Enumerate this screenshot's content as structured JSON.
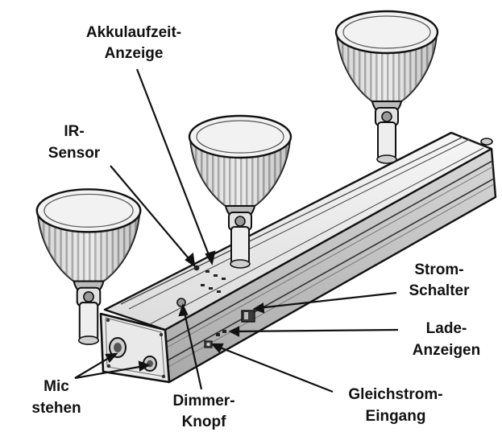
{
  "labels": {
    "battery_indicator": {
      "line1": "Akkulaufzeit-",
      "line2": "Anzeige"
    },
    "ir_sensor": {
      "line1": "IR-",
      "line2": "Sensor"
    },
    "power_switch": {
      "line1": "Strom-",
      "line2": "Schalter"
    },
    "charge_indicators": {
      "line1": "Lade-",
      "line2": "Anzeigen"
    },
    "mic": {
      "line1": "Mic",
      "line2": "stehen"
    },
    "dimmer_knob": {
      "line1": "Dimmer-",
      "line2": "Knopf"
    },
    "dc_input": {
      "line1": "Gleichstrom-",
      "line2": "Eingang"
    }
  },
  "colors": {
    "line": "#111111",
    "metal_light": "#efefef",
    "metal_mid": "#c9c9c9",
    "metal_dark": "#8a8a8a",
    "background": "#ffffff"
  }
}
